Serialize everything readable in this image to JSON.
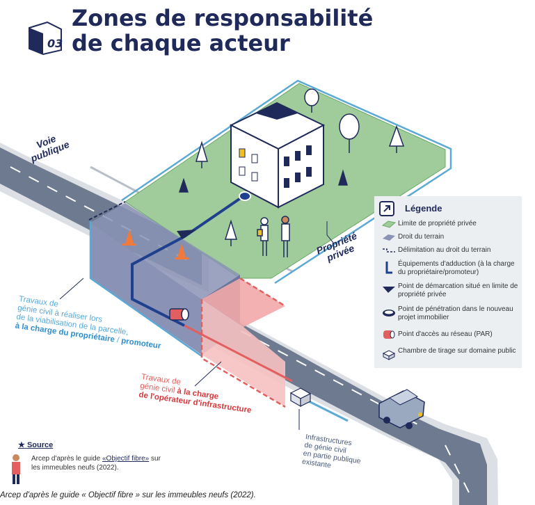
{
  "title": {
    "number": "03",
    "line1": "Zones de responsabilité",
    "line2": "de chaque acteur"
  },
  "labels": {
    "voie_publique_1": "Voie",
    "voie_publique_2": "publique",
    "propriete_1": "Propriété",
    "propriete_2": "privée",
    "travaux_owner": [
      "Travaux de",
      "génie civil à réaliser lors",
      "de la viabilisation de la parcelle,"
    ],
    "travaux_owner_strong": "à la charge du propriétaire",
    "travaux_owner_sep": " / ",
    "travaux_owner_strong2": "promoteur",
    "travaux_operator": [
      "Travaux de"
    ],
    "travaux_operator_mid": "génie civil ",
    "travaux_operator_strong1": "à la charge",
    "travaux_operator_strong2": "de l'opérateur d'infrastructure",
    "infra": [
      "Infrastructures",
      "de génie civil",
      "en partie publique",
      "existante"
    ]
  },
  "legend": {
    "title": "Légende",
    "items": [
      {
        "text": "Limite de propriété privée",
        "icon": "green-plot-icon"
      },
      {
        "text": "Droit du terrain",
        "icon": "grey-plot-icon"
      },
      {
        "text": "Délimitation au droit du terrain",
        "icon": "boundary-line-icon"
      },
      {
        "text": "Équipements d'adduction (à la charge du propriétaire/promoteur)",
        "icon": "duct-icon"
      },
      {
        "text": "Point de démarcation situé en limite de propriété privée",
        "icon": "demarcation-triangle-icon"
      },
      {
        "text": "Point de pénétration dans le nouveau projet immobilier",
        "icon": "penetration-ellipse-icon"
      },
      {
        "text": "Point d'accès au réseau (PAR)",
        "icon": "red-cylinder-icon"
      },
      {
        "text": "Chambre de tirage sur domaine public",
        "icon": "chamber-box-icon"
      }
    ]
  },
  "source": {
    "title": "Source",
    "prefix": "Arcep d'après le guide ",
    "link": "«Objectif fibre»",
    "suffix": " sur les immeubles neufs (2022)."
  },
  "caption": "Arcep d'après le guide « Objectif fibre » sur les immeubles neufs (2022).",
  "colors": {
    "navy": "#1f2a5a",
    "green_plot": "#9fcc9a",
    "blue_line": "#5aa9d6",
    "red_zone": "#e35f5f",
    "legend_bg": "#eceff2"
  }
}
